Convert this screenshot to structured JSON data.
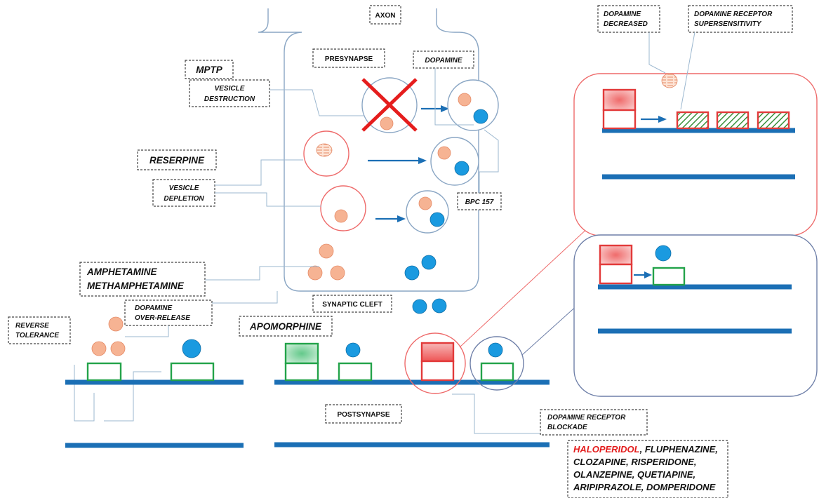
{
  "labels": {
    "axon": "AXON",
    "presynapse": "PRESYNAPSE",
    "dopamine": "DOPAMINE",
    "mptp": "MPTP",
    "vesicle_destruction": [
      "VESICLE",
      "DESTRUCTION"
    ],
    "reserpine": "RESERPINE",
    "vesicle_depletion": [
      "VESICLE",
      "DEPLETION"
    ],
    "bpc157": "BPC 157",
    "amphetamine": [
      "AMPHETAMINE",
      "METHAMPHETAMINE"
    ],
    "dopamine_overrelease": [
      "DOPAMINE",
      "OVER-RELEASE"
    ],
    "reverse_tolerance": [
      "REVERSE",
      "TOLERANCE"
    ],
    "synaptic_cleft": "SYNAPTIC CLEFT",
    "apomorphine": "APOMORPHINE",
    "postsynapse": "POSTSYNAPSE",
    "receptor_blockade": [
      "DOPAMINE RECEPTOR",
      "BLOCKADE"
    ],
    "dopamine_decreased": [
      "DOPAMINE",
      "DECREASED"
    ],
    "receptor_supersensitivity": [
      "DOPAMINE RECEPTOR",
      "SUPERSENSITIVITY"
    ]
  },
  "drugs": {
    "highlight": "HALOPERIDOL",
    "line1_rest": ", FLUPHENAZINE,",
    "line2": "CLOZAPINE, RISPERIDONE,",
    "line3": "OLANZEPINE, QUETIAPINE,",
    "line4": "ARIPIPRAZOLE, DOMPERIDONE"
  },
  "colors": {
    "membrane": "#1b6fb5",
    "dopamine": "#1a9ae0",
    "precursor": "#f6b393",
    "receptor_normal": "#23a34a",
    "receptor_blocked": "#e23a3a",
    "highlight_drug": "#e31b1b"
  }
}
